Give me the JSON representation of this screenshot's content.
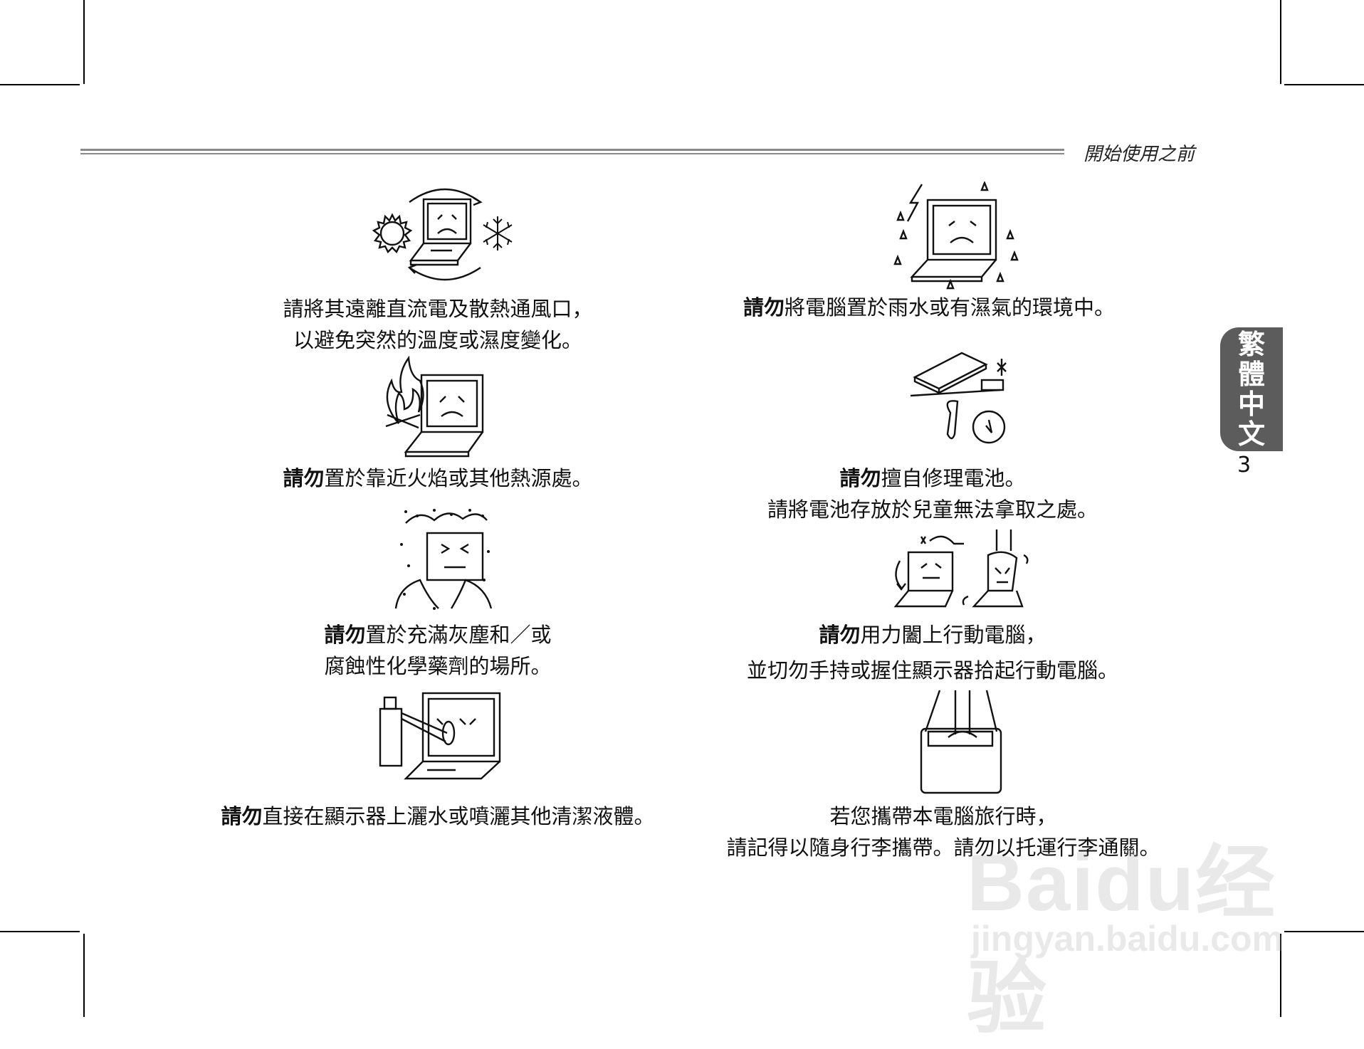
{
  "header": {
    "section_title": "開始使用之前"
  },
  "side_tab": {
    "language_label": "繁體中文",
    "chars": [
      "繁",
      "體",
      "中",
      "文"
    ],
    "page_number": "3"
  },
  "items": [
    {
      "illustration": "laptop-temperature-icon",
      "bold": "",
      "lines": [
        "請將其遠離直流電及散熱通風口，",
        "以避免突然的溫度或濕度變化。"
      ]
    },
    {
      "illustration": "laptop-fire-icon",
      "bold": "請勿",
      "lines": [
        "置於靠近火焰或其他熱源處。"
      ]
    },
    {
      "illustration": "laptop-dust-icon",
      "bold": "請勿",
      "lines": [
        "置於充滿灰塵和／或",
        "腐蝕性化學藥劑的場所。"
      ]
    },
    {
      "illustration": "laptop-spray-icon",
      "bold": "請勿",
      "lines": [
        "直接在顯示器上灑水或噴灑其他清潔液體。"
      ]
    },
    {
      "illustration": "laptop-rain-icon",
      "bold": "請勿",
      "lines": [
        "將電腦置於雨水或有濕氣的環境中。"
      ]
    },
    {
      "illustration": "battery-repair-icon",
      "bold": "請勿",
      "lines": [
        "擅自修理電池。",
        "請將電池存放於兒童無法拿取之處。"
      ]
    },
    {
      "illustration": "laptop-slam-icon",
      "bold": "請勿",
      "lines": [
        "用力闔上行動電腦，",
        "並切勿手持或握住顯示器拾起行動電腦。"
      ]
    },
    {
      "illustration": "laptop-bag-icon",
      "bold": "",
      "lines": [
        "若您攜帶本電腦旅行時，",
        "請記得以隨身行李攜帶。請勿以托運行李通關。"
      ]
    }
  ],
  "watermark": {
    "logo": "Baidu经验",
    "url": "jingyan.baidu.com"
  }
}
